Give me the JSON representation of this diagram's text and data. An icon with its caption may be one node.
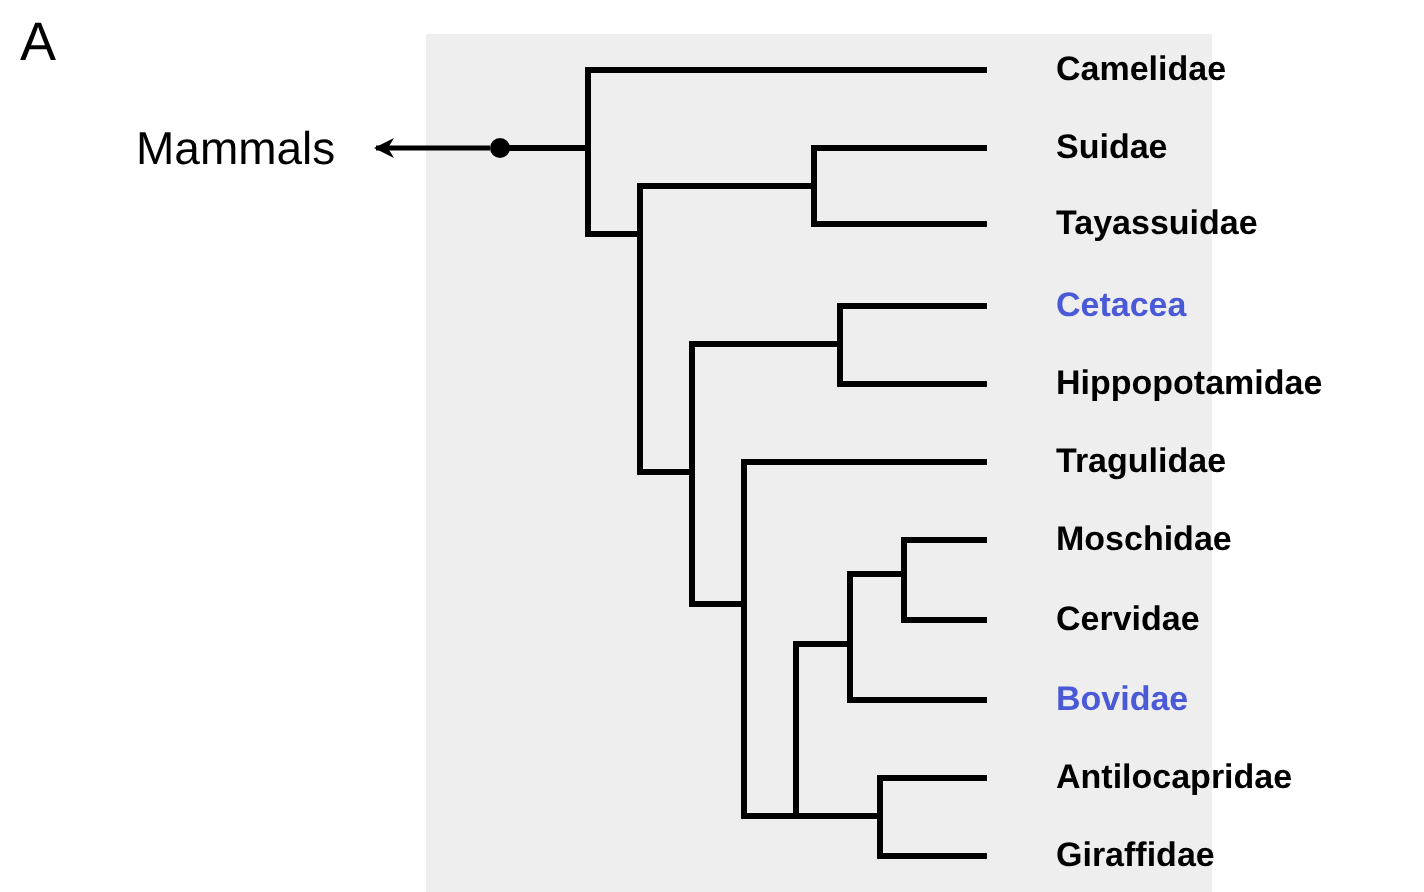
{
  "diagram": {
    "nodes": [
      {
        "text": [
          "Mammals"
        ]
      },
      {
        "text": [],
        "shape": "circle"
      },
      {
        "text": [
          "Camelidae"
        ]
      },
      {
        "text": [
          "Suidae"
        ]
      },
      {
        "text": [
          "Tayassuidae"
        ]
      },
      {
        "text": [
          "Cetacea"
        ]
      },
      {
        "text": [
          "Hippopotamidae"
        ]
      },
      {
        "text": [
          "Tragulidae"
        ]
      },
      {
        "text": [
          "Moschidae"
        ]
      },
      {
        "text": [
          "Cervidae"
        ]
      },
      {
        "text": [
          "Bovidae"
        ]
      },
      {
        "text": [
          "Antilocapridae"
        ]
      },
      {
        "text": [
          "Giraffidae"
        ]
      }
    ],
    "edges": [
      {
        "from": 1,
        "to": 0,
        "arrow": "to"
      }
    ],
    "labels": [
      "A"
    ]
  }
}
